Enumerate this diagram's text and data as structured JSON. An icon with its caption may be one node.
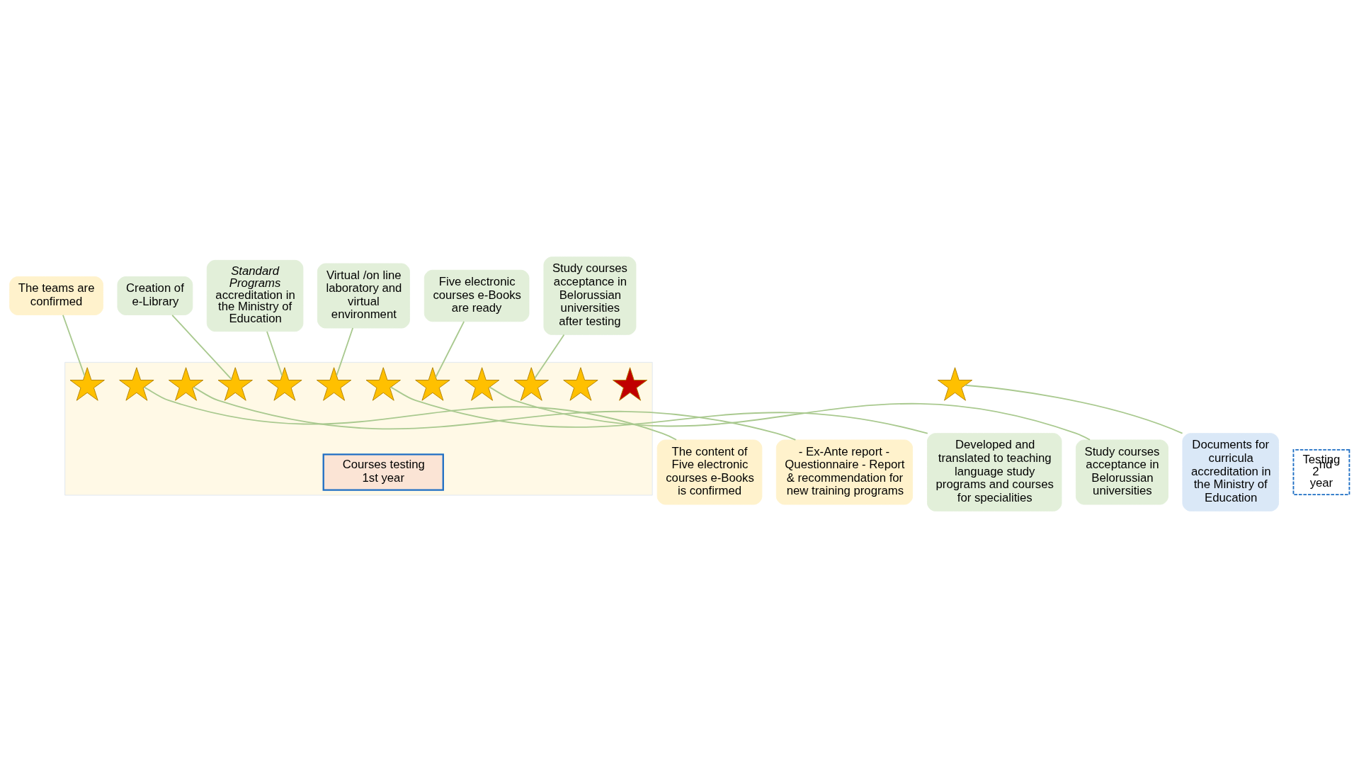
{
  "diagram": {
    "nodes": [
      {
        "text": [],
        "shape": "arrow"
      },
      {
        "text": [
          "The teams are confirmed"
        ]
      },
      {
        "text": [
          "Creation of e-Library"
        ]
      },
      {
        "text": [
          "*Standard Programs* accreditation in the Ministry of Education"
        ]
      },
      {
        "text": [
          "Virtual /on line laboratory and virtual environment"
        ]
      },
      {
        "text": [
          "Five electronic courses e-Books are ready"
        ]
      },
      {
        "text": [
          "Study courses acceptance in Belorussian universities after testing"
        ]
      },
      {
        "text": [
          "The content of Five electronic courses e-Books is confirmed"
        ]
      },
      {
        "text": [
          "- Ex-Ante report - Questionnaire - Report & recommendation for new training programs"
        ]
      },
      {
        "text": [
          "Developed and translated to teaching language study programs and courses for specialities"
        ]
      },
      {
        "text": [
          "Study courses acceptance in Belorussian universities"
        ]
      },
      {
        "text": [
          "Documents for curricula accreditation in the Ministry of Education"
        ]
      },
      {
        "text": [
          "Courses testing 1st year"
        ],
        "in": 0
      },
      {
        "text": [
          "Testing 2$^{nd}$ year"
        ]
      },
      {
        "text": [],
        "shape": "star",
        "in": 0
      },
      {
        "text": [],
        "shape": "star",
        "in": 0
      },
      {
        "text": [],
        "shape": "star",
        "in": 0
      },
      {
        "text": [],
        "shape": "star",
        "in": 0
      },
      {
        "text": [],
        "shape": "star",
        "in": 0
      },
      {
        "text": [],
        "shape": "star",
        "in": 0
      },
      {
        "text": [],
        "shape": "star",
        "in": 0
      },
      {
        "text": [],
        "shape": "star",
        "in": 0
      },
      {
        "text": [],
        "shape": "star",
        "in": 0
      },
      {
        "text": [],
        "shape": "star",
        "in": 0
      },
      {
        "text": [],
        "shape": "star",
        "in": 0
      },
      {
        "text": [],
        "shape": "star",
        "in": 0
      },
      {
        "text": [],
        "shape": "star"
      }
    ],
    "edges": [
      {
        "from": 1,
        "to": 14,
        "arrow": "none"
      },
      {
        "from": 2,
        "to": 17,
        "arrow": "none"
      },
      {
        "from": 3,
        "to": 18,
        "arrow": "none"
      },
      {
        "from": 4,
        "to": 19,
        "arrow": "none"
      },
      {
        "from": 5,
        "to": 21,
        "arrow": "none"
      },
      {
        "from": 6,
        "to": 23,
        "arrow": "none"
      },
      {
        "from": 7,
        "to": 15,
        "arrow": "none"
      },
      {
        "from": 8,
        "to": 16,
        "arrow": "none"
      },
      {
        "from": 9,
        "to": 20,
        "arrow": "none"
      },
      {
        "from": 10,
        "to": 22,
        "arrow": "none"
      },
      {
        "from": 11,
        "to": 26,
        "arrow": "none"
      }
    ]
  }
}
